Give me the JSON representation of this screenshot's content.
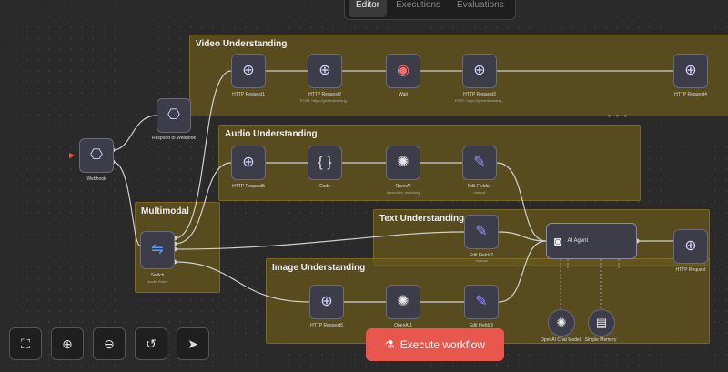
{
  "tabs": [
    {
      "label": "Editor",
      "active": true
    },
    {
      "label": "Executions",
      "active": false
    },
    {
      "label": "Evaluations",
      "active": false
    }
  ],
  "groups": {
    "video": "Video Understanding",
    "audio": "Audio Understanding",
    "multimodal": "Multimodal",
    "text": "Text Understanding",
    "image": "Image Understanding"
  },
  "nodes": {
    "webhook": {
      "label": "Webhook"
    },
    "respond": {
      "label": "Respond to Webhook"
    },
    "switch": {
      "label": "Switch",
      "sub": "mode: Rules"
    },
    "v_http1": {
      "label": "HTTP Request1"
    },
    "v_http2": {
      "label": "HTTP Request2",
      "sub": "POST: https://generativelang..."
    },
    "v_wait": {
      "label": "Wait"
    },
    "v_http3": {
      "label": "HTTP Request3",
      "sub": "POST: https://generativelang..."
    },
    "v_http4": {
      "label": "HTTP Request4"
    },
    "a_http": {
      "label": "HTTP Request5"
    },
    "a_code": {
      "label": "Code"
    },
    "a_openai": {
      "label": "OpenAI",
      "sub": "transcribe: recording"
    },
    "a_edit": {
      "label": "Edit Fields1",
      "sub": "manual"
    },
    "t_edit": {
      "label": "Edit Fields2",
      "sub": "manual"
    },
    "ai_agent": {
      "label": "AI Agent"
    },
    "out_http": {
      "label": "HTTP Request"
    },
    "i_http": {
      "label": "HTTP Request6"
    },
    "i_openai": {
      "label": "OpenAI1"
    },
    "i_edit": {
      "label": "Edit Fields3"
    },
    "chat_model": {
      "label": "OpenAI Chat Model"
    },
    "memory": {
      "label": "Simple Memory"
    }
  },
  "toolbar": {
    "execute_label": "Execute workflow",
    "buttons": [
      "fit-view-icon",
      "zoom-in-icon",
      "zoom-out-icon",
      "reset-zoom-icon",
      "pointer-icon"
    ]
  },
  "colors": {
    "group": "#685c1c",
    "execute": "#e8564e",
    "node": "#3d3d4a",
    "edge": "#cfcfcf"
  }
}
